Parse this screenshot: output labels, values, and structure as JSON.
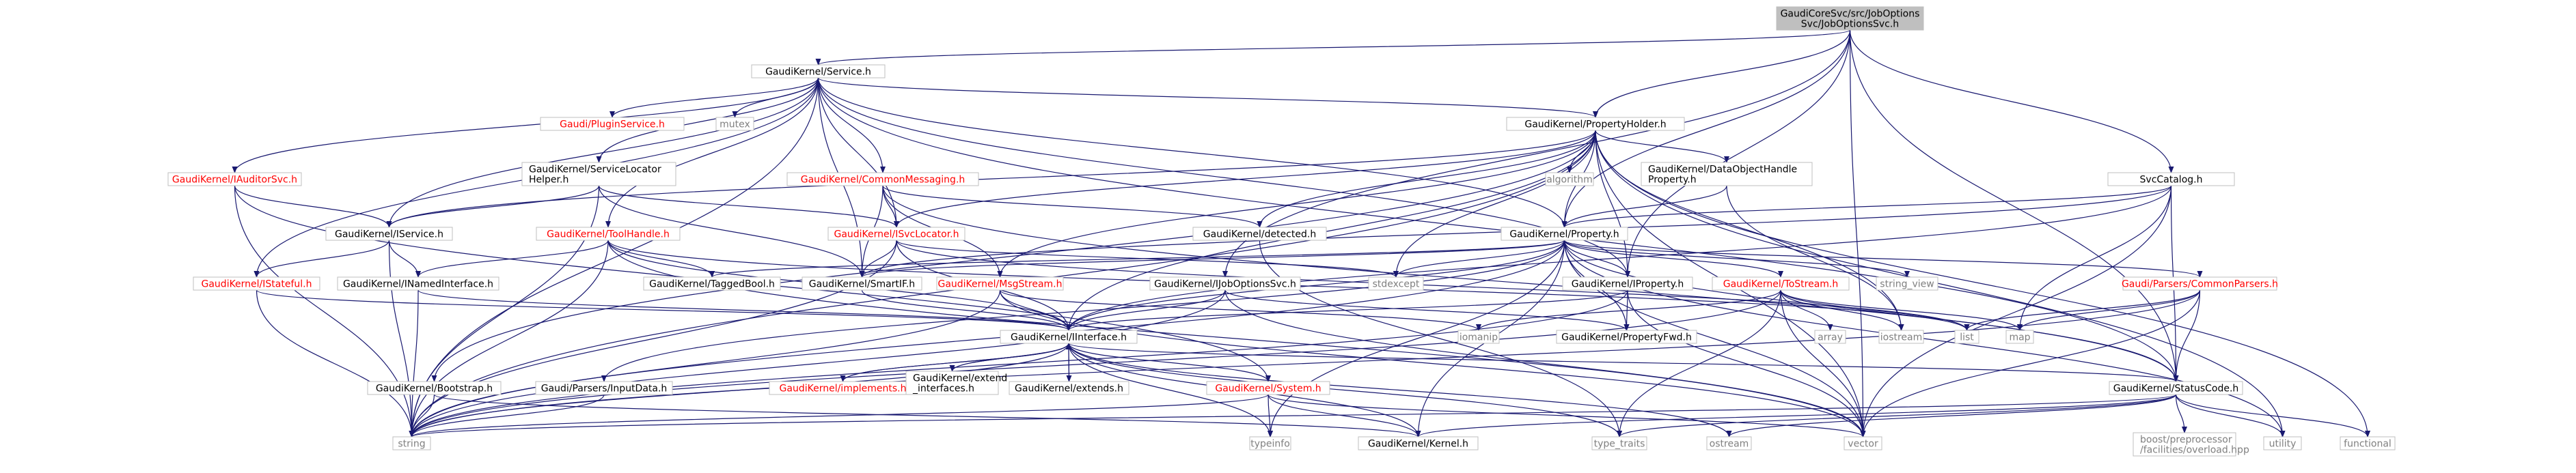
{
  "colors": {
    "edge_default": "#191970",
    "edge_template": "#9a32cd",
    "edge_implements": "#dc143c",
    "text_default": "#000000",
    "text_link": "#000000",
    "text_red": "#ff0000",
    "text_system": "#7f7f7f",
    "box_fill": "#ffffff",
    "box_border": "#bfbfbf",
    "root_fill": "#bfbfbf",
    "root_border": "#000000"
  },
  "graph": {
    "nodes": [
      {
        "id": "root",
        "lines": [
          "GaudiCoreSvc/src/JobOptions",
          "Svc/JobOptionsSvc.h"
        ],
        "style": "root"
      },
      {
        "id": "service",
        "lines": [
          "GaudiKernel/Service.h"
        ],
        "style": "normal"
      },
      {
        "id": "propholder",
        "lines": [
          "GaudiKernel/PropertyHolder.h"
        ],
        "style": "normal"
      },
      {
        "id": "svccatalog",
        "lines": [
          "SvcCatalog.h"
        ],
        "style": "normal"
      },
      {
        "id": "pluginservice",
        "lines": [
          "Gaudi/PluginService.h"
        ],
        "style": "red"
      },
      {
        "id": "mutex",
        "lines": [
          "mutex"
        ],
        "style": "sys"
      },
      {
        "id": "iauditorsvc",
        "lines": [
          "GaudiKernel/IAuditorSvc.h"
        ],
        "style": "red"
      },
      {
        "id": "svclocatorhelper",
        "lines": [
          "GaudiKernel/ServiceLocator",
          "Helper.h"
        ],
        "style": "normal"
      },
      {
        "id": "commonmessaging",
        "lines": [
          "GaudiKernel/CommonMessaging.h"
        ],
        "style": "red"
      },
      {
        "id": "algorithm",
        "lines": [
          "algorithm"
        ],
        "style": "sys"
      },
      {
        "id": "dataobjhandleprop",
        "lines": [
          "GaudiKernel/DataObjectHandle",
          "Property.h"
        ],
        "style": "normal"
      },
      {
        "id": "iservice",
        "lines": [
          "GaudiKernel/IService.h"
        ],
        "style": "normal"
      },
      {
        "id": "toolhandle",
        "lines": [
          "GaudiKernel/ToolHandle.h"
        ],
        "style": "red"
      },
      {
        "id": "isvclocator",
        "lines": [
          "GaudiKernel/ISvcLocator.h"
        ],
        "style": "red"
      },
      {
        "id": "detected",
        "lines": [
          "GaudiKernel/detected.h"
        ],
        "style": "normal"
      },
      {
        "id": "property",
        "lines": [
          "GaudiKernel/Property.h"
        ],
        "style": "normal"
      },
      {
        "id": "istateful",
        "lines": [
          "GaudiKernel/IStateful.h"
        ],
        "style": "red"
      },
      {
        "id": "inamedinterface",
        "lines": [
          "GaudiKernel/INamedInterface.h"
        ],
        "style": "normal"
      },
      {
        "id": "taggedbool",
        "lines": [
          "GaudiKernel/TaggedBool.h"
        ],
        "style": "normal"
      },
      {
        "id": "smartif",
        "lines": [
          "GaudiKernel/SmartIF.h"
        ],
        "style": "normal"
      },
      {
        "id": "msgstream",
        "lines": [
          "GaudiKernel/MsgStream.h"
        ],
        "style": "red"
      },
      {
        "id": "ijoboptionssvc",
        "lines": [
          "GaudiKernel/IJobOptionsSvc.h"
        ],
        "style": "normal"
      },
      {
        "id": "stdexcept",
        "lines": [
          "stdexcept"
        ],
        "style": "sys"
      },
      {
        "id": "iproperty",
        "lines": [
          "GaudiKernel/IProperty.h"
        ],
        "style": "normal"
      },
      {
        "id": "tostream",
        "lines": [
          "GaudiKernel/ToStream.h"
        ],
        "style": "red"
      },
      {
        "id": "string_view",
        "lines": [
          "string_view"
        ],
        "style": "sys"
      },
      {
        "id": "commonparsers",
        "lines": [
          "Gaudi/Parsers/CommonParsers.h"
        ],
        "style": "red"
      },
      {
        "id": "iinterface",
        "lines": [
          "GaudiKernel/IInterface.h"
        ],
        "style": "normal"
      },
      {
        "id": "iomanip",
        "lines": [
          "iomanip"
        ],
        "style": "sys"
      },
      {
        "id": "propertyfwd",
        "lines": [
          "GaudiKernel/PropertyFwd.h"
        ],
        "style": "normal"
      },
      {
        "id": "array",
        "lines": [
          "array"
        ],
        "style": "sys"
      },
      {
        "id": "iostream",
        "lines": [
          "iostream"
        ],
        "style": "sys"
      },
      {
        "id": "list",
        "lines": [
          "list"
        ],
        "style": "sys"
      },
      {
        "id": "map",
        "lines": [
          "map"
        ],
        "style": "sys"
      },
      {
        "id": "bootstrap",
        "lines": [
          "GaudiKernel/Bootstrap.h"
        ],
        "style": "normal"
      },
      {
        "id": "inputdata",
        "lines": [
          "Gaudi/Parsers/InputData.h"
        ],
        "style": "normal"
      },
      {
        "id": "implements",
        "lines": [
          "GaudiKernel/implements.h"
        ],
        "style": "red"
      },
      {
        "id": "extend_interfaces",
        "lines": [
          "GaudiKernel/extend",
          "_interfaces.h"
        ],
        "style": "normal"
      },
      {
        "id": "extends",
        "lines": [
          "GaudiKernel/extends.h"
        ],
        "style": "normal"
      },
      {
        "id": "system",
        "lines": [
          "GaudiKernel/System.h"
        ],
        "style": "red"
      },
      {
        "id": "statuscode",
        "lines": [
          "GaudiKernel/StatusCode.h"
        ],
        "style": "normal"
      },
      {
        "id": "string",
        "lines": [
          "string"
        ],
        "style": "sys"
      },
      {
        "id": "typeinfo",
        "lines": [
          "typeinfo"
        ],
        "style": "sys"
      },
      {
        "id": "kernel",
        "lines": [
          "GaudiKernel/Kernel.h"
        ],
        "style": "normal"
      },
      {
        "id": "type_traits",
        "lines": [
          "type_traits"
        ],
        "style": "sys"
      },
      {
        "id": "ostream",
        "lines": [
          "ostream"
        ],
        "style": "sys"
      },
      {
        "id": "vector",
        "lines": [
          "vector"
        ],
        "style": "sys"
      },
      {
        "id": "overload",
        "lines": [
          "boost/preprocessor",
          "/facilities/overload.hpp"
        ],
        "style": "sys"
      },
      {
        "id": "utility",
        "lines": [
          "utility"
        ],
        "style": "sys"
      },
      {
        "id": "functional",
        "lines": [
          "functional"
        ],
        "style": "sys"
      }
    ],
    "edges": [
      [
        "root",
        "service",
        "n"
      ],
      [
        "root",
        "propholder",
        "n"
      ],
      [
        "root",
        "svccatalog",
        "n"
      ],
      [
        "root",
        "property",
        "n"
      ],
      [
        "root",
        "iproperty",
        "n"
      ],
      [
        "root",
        "ijoboptionssvc",
        "n"
      ],
      [
        "root",
        "statuscode",
        "n"
      ],
      [
        "root",
        "vector",
        "n"
      ],
      [
        "service",
        "pluginservice",
        "n"
      ],
      [
        "service",
        "mutex",
        "n"
      ],
      [
        "service",
        "iauditorsvc",
        "n"
      ],
      [
        "service",
        "svclocatorhelper",
        "n"
      ],
      [
        "service",
        "commonmessaging",
        "n"
      ],
      [
        "service",
        "propholder",
        "n"
      ],
      [
        "service",
        "iservice",
        "n"
      ],
      [
        "service",
        "isvclocator",
        "n"
      ],
      [
        "service",
        "toolhandle",
        "n"
      ],
      [
        "service",
        "property",
        "n"
      ],
      [
        "service",
        "istateful",
        "n"
      ],
      [
        "service",
        "iproperty",
        "n"
      ],
      [
        "service",
        "smartif",
        "n"
      ],
      [
        "service",
        "statuscode",
        "n"
      ],
      [
        "service",
        "string",
        "n"
      ],
      [
        "propholder",
        "algorithm",
        "n"
      ],
      [
        "propholder",
        "dataobjhandleprop",
        "n"
      ],
      [
        "propholder",
        "detected",
        "n"
      ],
      [
        "propholder",
        "property",
        "n"
      ],
      [
        "propholder",
        "iproperty",
        "n"
      ],
      [
        "propholder",
        "isvclocator",
        "n"
      ],
      [
        "propholder",
        "iservice",
        "n"
      ],
      [
        "propholder",
        "iinterface",
        "n"
      ],
      [
        "propholder",
        "msgstream",
        "n"
      ],
      [
        "propholder",
        "stdexcept",
        "n"
      ],
      [
        "propholder",
        "iostream",
        "n"
      ],
      [
        "propholder",
        "vector",
        "n"
      ],
      [
        "propholder",
        "utility",
        "n"
      ],
      [
        "propholder",
        "functional",
        "n"
      ],
      [
        "propholder",
        "string",
        "n"
      ],
      [
        "propholder",
        "bootstrap",
        "n"
      ],
      [
        "svccatalog",
        "property",
        "n"
      ],
      [
        "svccatalog",
        "statuscode",
        "n"
      ],
      [
        "svccatalog",
        "vector",
        "n"
      ],
      [
        "svccatalog",
        "map",
        "n"
      ],
      [
        "svccatalog",
        "smartif",
        "n"
      ],
      [
        "svccatalog",
        "iinterface",
        "n"
      ],
      [
        "iauditorsvc",
        "iservice",
        "n"
      ],
      [
        "iauditorsvc",
        "system",
        "n"
      ],
      [
        "iauditorsvc",
        "string",
        "n"
      ],
      [
        "svclocatorhelper",
        "iservice",
        "n"
      ],
      [
        "svclocatorhelper",
        "isvclocator",
        "n"
      ],
      [
        "svclocatorhelper",
        "smartif",
        "n"
      ],
      [
        "svclocatorhelper",
        "string",
        "n"
      ],
      [
        "commonmessaging",
        "isvclocator",
        "n"
      ],
      [
        "commonmessaging",
        "msgstream",
        "n"
      ],
      [
        "commonmessaging",
        "smartif",
        "n"
      ],
      [
        "commonmessaging",
        "detected",
        "n"
      ],
      [
        "commonmessaging",
        "statuscode",
        "n"
      ],
      [
        "dataobjhandleprop",
        "property",
        "n"
      ],
      [
        "dataobjhandleprop",
        "iostream",
        "n"
      ],
      [
        "iservice",
        "istateful",
        "n"
      ],
      [
        "iservice",
        "inamedinterface",
        "n"
      ],
      [
        "iservice",
        "string",
        "n"
      ],
      [
        "toolhandle",
        "inamedinterface",
        "n"
      ],
      [
        "toolhandle",
        "taggedbool",
        "n"
      ],
      [
        "toolhandle",
        "iinterface",
        "n"
      ],
      [
        "toolhandle",
        "list",
        "n"
      ],
      [
        "toolhandle",
        "string",
        "n"
      ],
      [
        "toolhandle",
        "vector",
        "n"
      ],
      [
        "isvclocator",
        "smartif",
        "n"
      ],
      [
        "isvclocator",
        "stdexcept",
        "n"
      ],
      [
        "isvclocator",
        "list",
        "n"
      ],
      [
        "isvclocator",
        "iinterface",
        "n"
      ],
      [
        "isvclocator",
        "string",
        "n"
      ],
      [
        "detected",
        "type_traits",
        "n"
      ],
      [
        "property",
        "taggedbool",
        "n"
      ],
      [
        "property",
        "smartif",
        "n"
      ],
      [
        "property",
        "stdexcept",
        "n"
      ],
      [
        "property",
        "string_view",
        "n"
      ],
      [
        "property",
        "iproperty",
        "n"
      ],
      [
        "property",
        "tostream",
        "n"
      ],
      [
        "property",
        "commonparsers",
        "n"
      ],
      [
        "property",
        "propertyfwd",
        "n"
      ],
      [
        "property",
        "kernel",
        "n"
      ],
      [
        "property",
        "typeinfo",
        "n"
      ],
      [
        "property",
        "vector",
        "n"
      ],
      [
        "property",
        "string",
        "n"
      ],
      [
        "property",
        "inputdata",
        "n"
      ],
      [
        "property",
        "iinterface",
        "n"
      ],
      [
        "property",
        "statuscode",
        "n"
      ],
      [
        "property",
        "utility",
        "n"
      ],
      [
        "istateful",
        "iinterface",
        "n"
      ],
      [
        "istateful",
        "string",
        "n"
      ],
      [
        "inamedinterface",
        "iinterface",
        "n"
      ],
      [
        "inamedinterface",
        "string",
        "n"
      ],
      [
        "smartif",
        "iinterface",
        "n"
      ],
      [
        "msgstream",
        "iinterface",
        "n"
      ],
      [
        "msgstream",
        "iomanip",
        "n"
      ],
      [
        "msgstream",
        "string",
        "n"
      ],
      [
        "msgstream",
        "vector",
        "n"
      ],
      [
        "ijoboptionssvc",
        "iinterface",
        "n"
      ],
      [
        "ijoboptionssvc",
        "propertyfwd",
        "n"
      ],
      [
        "ijoboptionssvc",
        "string",
        "n"
      ],
      [
        "ijoboptionssvc",
        "vector",
        "n"
      ],
      [
        "iproperty",
        "iinterface",
        "n"
      ],
      [
        "iproperty",
        "propertyfwd",
        "n"
      ],
      [
        "iproperty",
        "vector",
        "n"
      ],
      [
        "iproperty",
        "string",
        "n"
      ],
      [
        "tostream",
        "iomanip",
        "n"
      ],
      [
        "tostream",
        "array",
        "n"
      ],
      [
        "tostream",
        "iostream",
        "n"
      ],
      [
        "tostream",
        "list",
        "n"
      ],
      [
        "tostream",
        "map",
        "n"
      ],
      [
        "tostream",
        "string",
        "n"
      ],
      [
        "tostream",
        "type_traits",
        "n"
      ],
      [
        "tostream",
        "vector",
        "n"
      ],
      [
        "commonparsers",
        "list",
        "n"
      ],
      [
        "commonparsers",
        "map",
        "n"
      ],
      [
        "commonparsers",
        "statuscode",
        "n"
      ],
      [
        "commonparsers",
        "string",
        "n"
      ],
      [
        "commonparsers",
        "vector",
        "n"
      ],
      [
        "iinterface",
        "implements",
        "n"
      ],
      [
        "iinterface",
        "extend_interfaces",
        "n"
      ],
      [
        "iinterface",
        "extends",
        "n"
      ],
      [
        "iinterface",
        "system",
        "n"
      ],
      [
        "iinterface",
        "statuscode",
        "n"
      ],
      [
        "iinterface",
        "kernel",
        "n"
      ],
      [
        "iinterface",
        "typeinfo",
        "n"
      ],
      [
        "iinterface",
        "type_traits",
        "n"
      ],
      [
        "iinterface",
        "ostream",
        "n"
      ],
      [
        "iinterface",
        "string",
        "n"
      ],
      [
        "implements",
        "iinterface",
        "n"
      ],
      [
        "extend_interfaces",
        "iinterface",
        "n"
      ],
      [
        "extends",
        "iinterface",
        "n"
      ],
      [
        "bootstrap",
        "string",
        "n"
      ],
      [
        "bootstrap",
        "kernel",
        "n"
      ],
      [
        "inputdata",
        "string",
        "n"
      ],
      [
        "system",
        "kernel",
        "n"
      ],
      [
        "system",
        "string",
        "n"
      ],
      [
        "system",
        "typeinfo",
        "n"
      ],
      [
        "system",
        "vector",
        "n"
      ],
      [
        "statuscode",
        "kernel",
        "n"
      ],
      [
        "statuscode",
        "string",
        "n"
      ],
      [
        "statuscode",
        "type_traits",
        "n"
      ],
      [
        "statuscode",
        "ostream",
        "n"
      ],
      [
        "statuscode",
        "overload",
        "n"
      ],
      [
        "statuscode",
        "utility",
        "n"
      ],
      [
        "statuscode",
        "functional",
        "n"
      ]
    ]
  }
}
